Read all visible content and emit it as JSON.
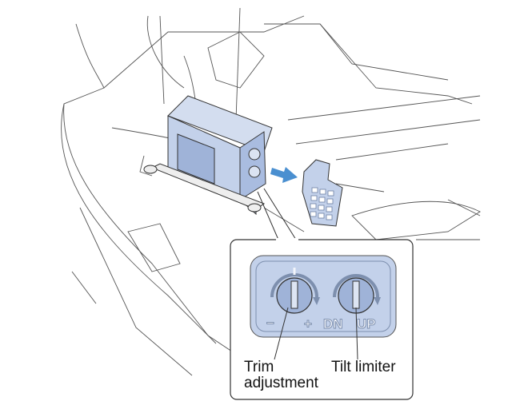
{
  "labels": {
    "trim": [
      "Trim",
      "adjustment"
    ],
    "tilt": "Tilt limiter"
  },
  "dial_markings": {
    "minus": "−",
    "plus": "+",
    "down": "DN",
    "up": "UP"
  },
  "colors": {
    "part_fill": "#c3d1ea",
    "part_dark": "#9fb3d8",
    "arrow": "#4a8fd0",
    "outline": "#333333"
  }
}
